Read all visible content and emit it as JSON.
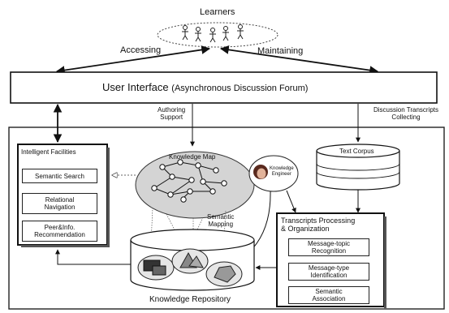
{
  "learners": {
    "label": "Learners"
  },
  "flows": {
    "accessing": "Accessing",
    "maintaining": "Maintaining",
    "authoring_line1": "Authoring",
    "authoring_line2": "Support",
    "transcripts_line1": "Discussion Transcripts",
    "transcripts_line2": "Collecting",
    "semantic_line1": "Semantic",
    "semantic_line2": "Mapping"
  },
  "user_interface": {
    "title": "User Interface",
    "subtitle": "(Asynchronous Discussion Forum)"
  },
  "intelligent_facilities": {
    "title": "Intelligent Facilities",
    "items": [
      {
        "line1": "Semantic Search",
        "line2": ""
      },
      {
        "line1": "Relational",
        "line2": "Navigation"
      },
      {
        "line1": "Peer&Info.",
        "line2": "Recommendation"
      }
    ]
  },
  "knowledge_map": {
    "label": "Knowledge Map"
  },
  "knowledge_engineer": {
    "line1": "Knowledge",
    "line2": "Engineer"
  },
  "text_corpus": {
    "label": "Text Corpus"
  },
  "processing": {
    "title_line1": "Transcripts Processing",
    "title_line2": "& Organization",
    "items": [
      {
        "line1": "Message-topic",
        "line2": "Recognition"
      },
      {
        "line1": "Message-type",
        "line2": "Identification"
      },
      {
        "line1": "Semantic",
        "line2": "Association"
      }
    ]
  },
  "knowledge_repository": {
    "label": "Knowledge Repository"
  },
  "colors": {
    "line": "#111111",
    "fill_gray": "#d4d4d4",
    "fill_white": "#ffffff"
  }
}
